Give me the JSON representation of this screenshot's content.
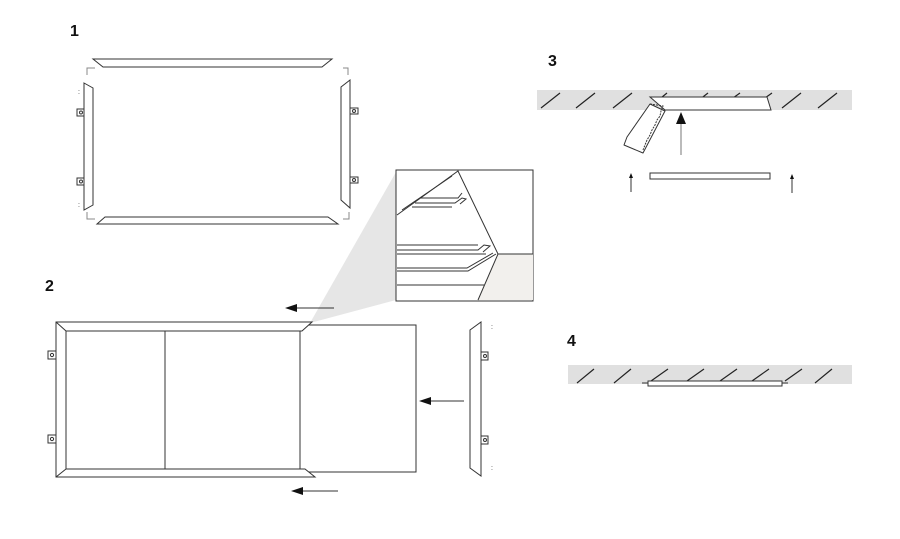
{
  "steps": [
    {
      "number": "1",
      "description_name": "frame-rails-assembly"
    },
    {
      "number": "2",
      "description_name": "slide-panel-into-frame"
    },
    {
      "number": "3",
      "description_name": "insert-into-ceiling"
    },
    {
      "number": "4",
      "description_name": "flush-mounted"
    }
  ],
  "marks": {
    "tick": ":"
  },
  "colors": {
    "line": "#333333",
    "ceiling": "#e0e0e0",
    "callout": "#e6e6e6"
  }
}
